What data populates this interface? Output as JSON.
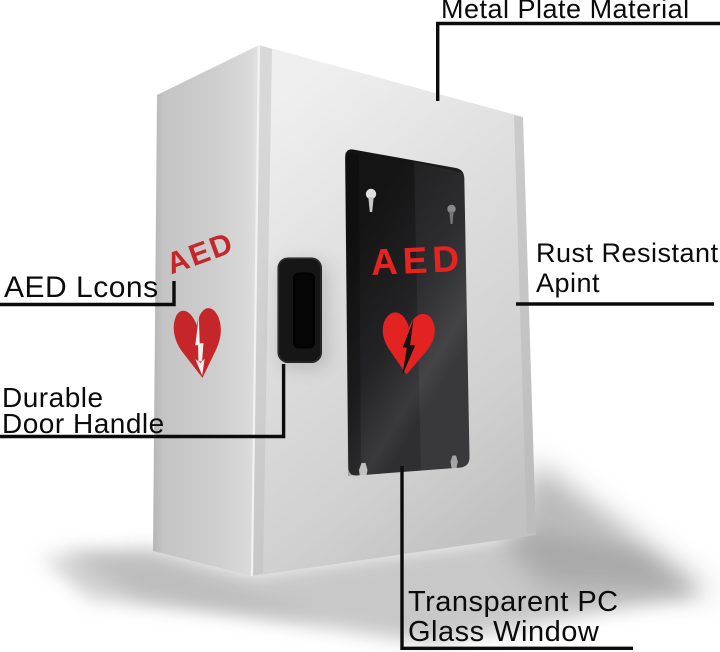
{
  "title": "AED wall cabinet feature diagram",
  "annotations": {
    "metal_plate": {
      "label": "Metal Plate Material"
    },
    "aed_icons": {
      "label": "AED Lcons"
    },
    "rust_resistant": {
      "line1": "Rust Resistant",
      "line2": "Apint"
    },
    "door_handle": {
      "line1": "Durable",
      "line2": "Door Handle"
    },
    "glass_window": {
      "line1": "Transparent PC",
      "line2": "Glass Window"
    }
  },
  "cabinet": {
    "front_window_text": "AED",
    "side_panel_text": "AED",
    "icons": [
      "heart-lightning-front",
      "heart-lightning-side",
      "keyhole-hanger-top-left",
      "keyhole-hanger-top-right",
      "mount-pin-bottom-left",
      "mount-pin-bottom-right"
    ]
  },
  "colors": {
    "background": "#ffffff",
    "annotation_line": "#0b0b0b",
    "label_text": "#0b0b0b",
    "cabinet_front": "#d9d9d9",
    "cabinet_side": "#c9c9c9",
    "window_glass": "#1e1e20",
    "aed_red_front": "#e62320",
    "aed_red_side": "#c4262a",
    "handle_black": "#161616"
  }
}
